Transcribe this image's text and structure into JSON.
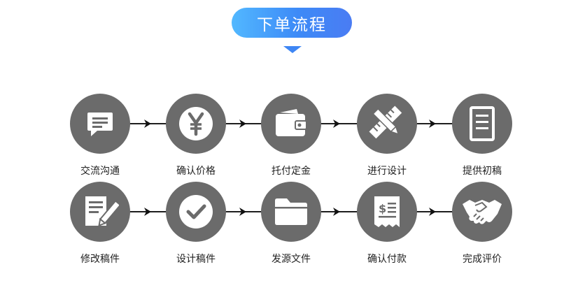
{
  "title": "下单流程",
  "steps_row1": [
    {
      "label": "交流沟通",
      "icon": "chat-bubble-icon"
    },
    {
      "label": "确认价格",
      "icon": "yen-coin-icon"
    },
    {
      "label": "托付定金",
      "icon": "wallet-icon"
    },
    {
      "label": "进行设计",
      "icon": "ruler-pencil-icon"
    },
    {
      "label": "提供初稿",
      "icon": "document-list-icon"
    }
  ],
  "steps_row2": [
    {
      "label": "修改稿件",
      "icon": "edit-document-icon"
    },
    {
      "label": "设计稿件",
      "icon": "checkmark-icon"
    },
    {
      "label": "发源文件",
      "icon": "folder-icon"
    },
    {
      "label": "确认付款",
      "icon": "receipt-icon"
    },
    {
      "label": "完成评价",
      "icon": "handshake-icon"
    }
  ],
  "colors": {
    "circle": "#6b6b6b",
    "title_gradient_start": "#52b8ff",
    "title_gradient_end": "#4a7cf3",
    "line": "#1e1e1e"
  }
}
